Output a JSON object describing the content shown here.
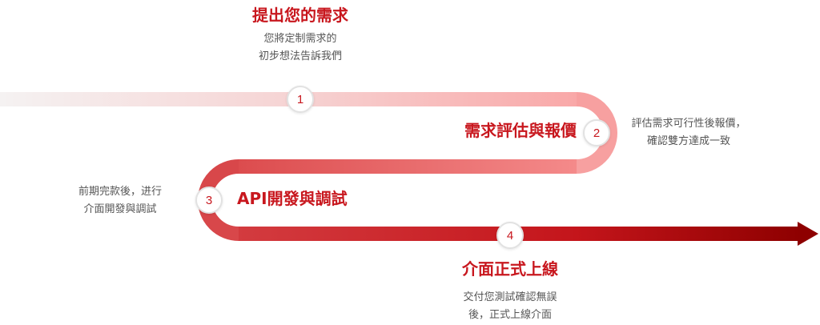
{
  "steps": [
    {
      "number": "1",
      "title": "提出您的需求",
      "desc_lines": [
        "您將定制需求的",
        "初步想法告訴我們"
      ]
    },
    {
      "number": "2",
      "title": "需求評估與報價",
      "desc_lines": [
        "評估需求可行性後報價，",
        "確認雙方達成一致"
      ]
    },
    {
      "number": "3",
      "title": "API開發與調試",
      "desc_lines": [
        "前期完款後，进行",
        "介面開發與調試"
      ]
    },
    {
      "number": "4",
      "title": "介面正式上線",
      "desc_lines": [
        "交付您測試確認無誤",
        "後，正式上線介面"
      ]
    }
  ],
  "colors": {
    "accent": "#c8171e",
    "path_light": "#f6dcdc",
    "path_mid": "#f48c8c",
    "path_dark": "#8e0000",
    "text_muted": "#555555"
  }
}
